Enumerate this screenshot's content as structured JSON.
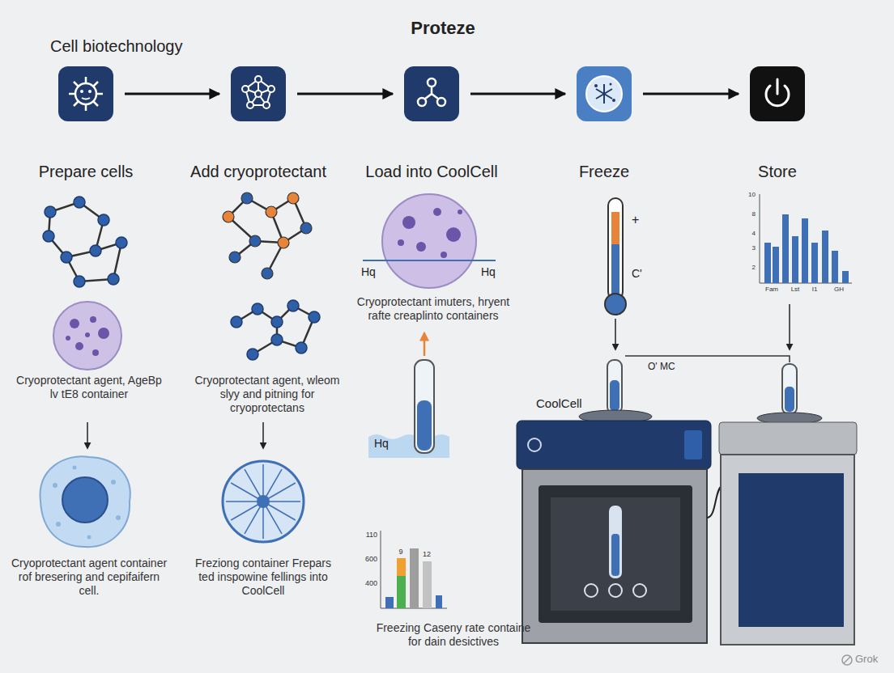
{
  "diagram": {
    "title": "Proteze",
    "nodes": [
      {
        "text": [
          "Prepare cells"
        ]
      },
      {
        "text": [
          "Add cryoprotectant"
        ]
      },
      {
        "text": [
          "Load into CoolCell"
        ]
      },
      {
        "text": [
          "Freeze"
        ]
      },
      {
        "text": [
          "Store"
        ]
      }
    ],
    "edges": [
      {
        "from": 0,
        "to": 1,
        "arrow": "to"
      },
      {
        "from": 1,
        "to": 2,
        "arrow": "to"
      },
      {
        "from": 2,
        "to": 3,
        "arrow": "to"
      },
      {
        "from": 3,
        "to": 4,
        "arrow": "to"
      }
    ],
    "labels": [
      "Cell biotechnology",
      "Cryoprotectant agent, AgeBp lv tE8 container",
      "Cryoprotectant agent container rof bresering and cepifaifern cell.",
      "Cryoprotectant agent, wleom slyy and pitning for cryoprotectans",
      "Freziong container Frepars ted inspowine fellings into CoolCell",
      "Hq",
      "Hq",
      "Cryoprotectant imuters, hryent rafte creaplinto containers",
      "Hq",
      "110",
      "600",
      "400",
      "9",
      "12",
      "Freezing Caseny rate containe for dain desictives",
      "+",
      "C'",
      "O' MC",
      "CoolCell",
      "10",
      "8",
      "4",
      "3",
      "2",
      "Fam",
      "Lst",
      "I1",
      "GH",
      "Grok"
    ]
  }
}
